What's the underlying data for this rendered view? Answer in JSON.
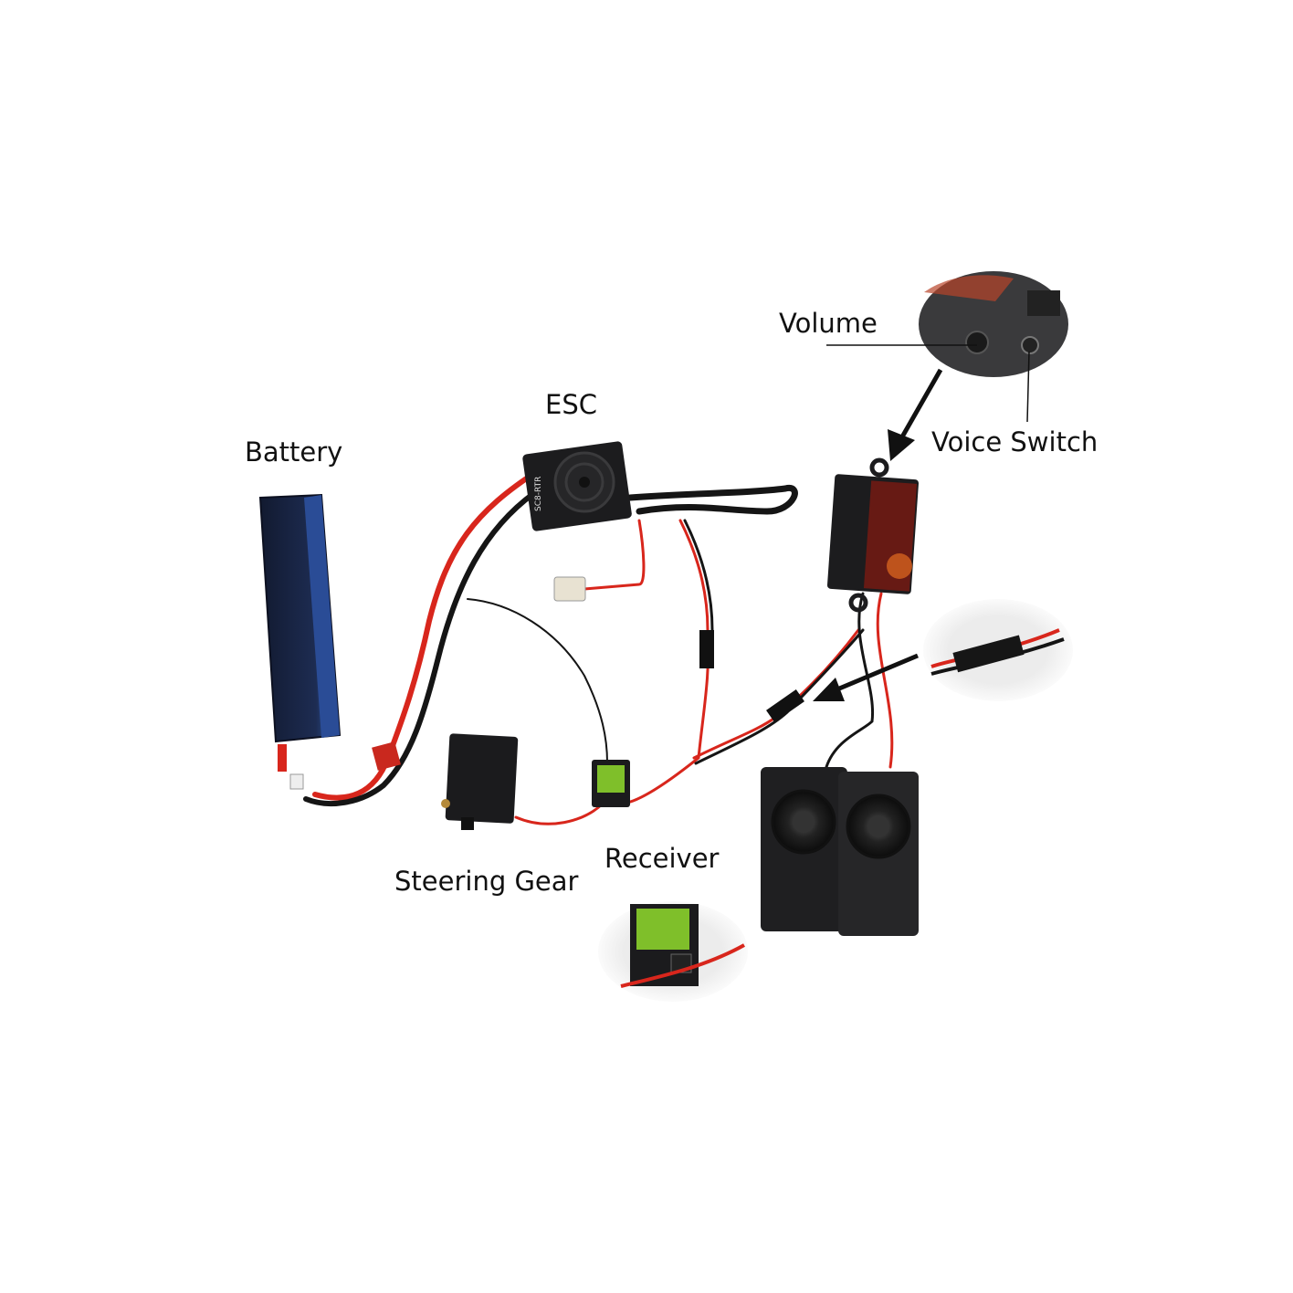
{
  "labels": {
    "battery": "Battery",
    "esc": "ESC",
    "volume": "Volume",
    "voice_switch": "Voice Switch",
    "steering_gear": "Steering Gear",
    "receiver": "Receiver"
  },
  "esc_model": "SC8-RTR",
  "colors": {
    "wire_red": "#d8261c",
    "wire_black": "#151515",
    "component_black": "#1c1c1e",
    "battery_blue": "#1c2a4a",
    "receiver_green": "#7fbf2a"
  }
}
